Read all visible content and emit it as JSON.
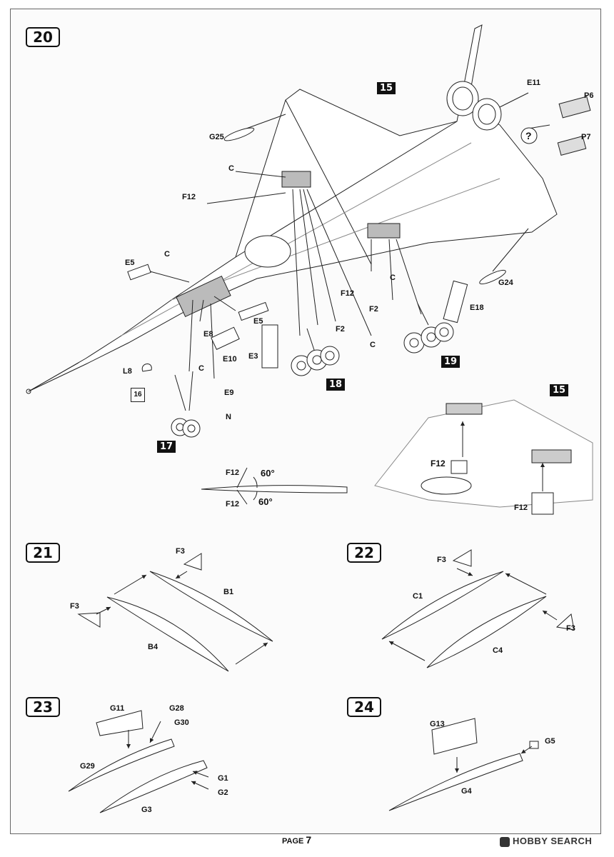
{
  "steps": {
    "s20": "20",
    "s21": "21",
    "s22": "22",
    "s23": "23",
    "s24": "24"
  },
  "subassembly_tags": {
    "t15a": "15",
    "t15b": "15",
    "t17": "17",
    "t18": "18",
    "t19": "19"
  },
  "option_marker": "?",
  "reference_number": "16",
  "angle_1": "60°",
  "angle_2": "60°",
  "parts_step20": {
    "E11": "E11",
    "P6": "P6",
    "P7": "P7",
    "G25": "G25",
    "C1": "C",
    "F12a": "F12",
    "C2": "C",
    "E5a": "E5",
    "E5b": "E5",
    "F12b": "F12",
    "C3": "C",
    "F2a": "F2",
    "F2b": "F2",
    "E18": "E18",
    "G24": "G24",
    "E8": "E8",
    "E10": "E10",
    "E3": "E3",
    "C4": "C",
    "L8": "L8",
    "C5": "C",
    "E9": "E9",
    "N": "N",
    "F12c": "F12",
    "F12d": "F12",
    "F12e": "F12"
  },
  "parts_step21": {
    "F3a": "F3",
    "B1": "B1",
    "F3b": "F3",
    "B4": "B4"
  },
  "parts_step22": {
    "F3a": "F3",
    "C1": "C1",
    "F3b": "F3",
    "C4": "C4"
  },
  "parts_step23": {
    "G11": "G11",
    "G28": "G28",
    "G30": "G30",
    "G29": "G29",
    "G1": "G1",
    "G2": "G2",
    "G3": "G3"
  },
  "parts_step24": {
    "G13": "G13",
    "G5": "G5",
    "G4": "G4"
  },
  "footer": {
    "prefix": "PAGE",
    "number": "7"
  },
  "watermark": "HOBBY SEARCH"
}
